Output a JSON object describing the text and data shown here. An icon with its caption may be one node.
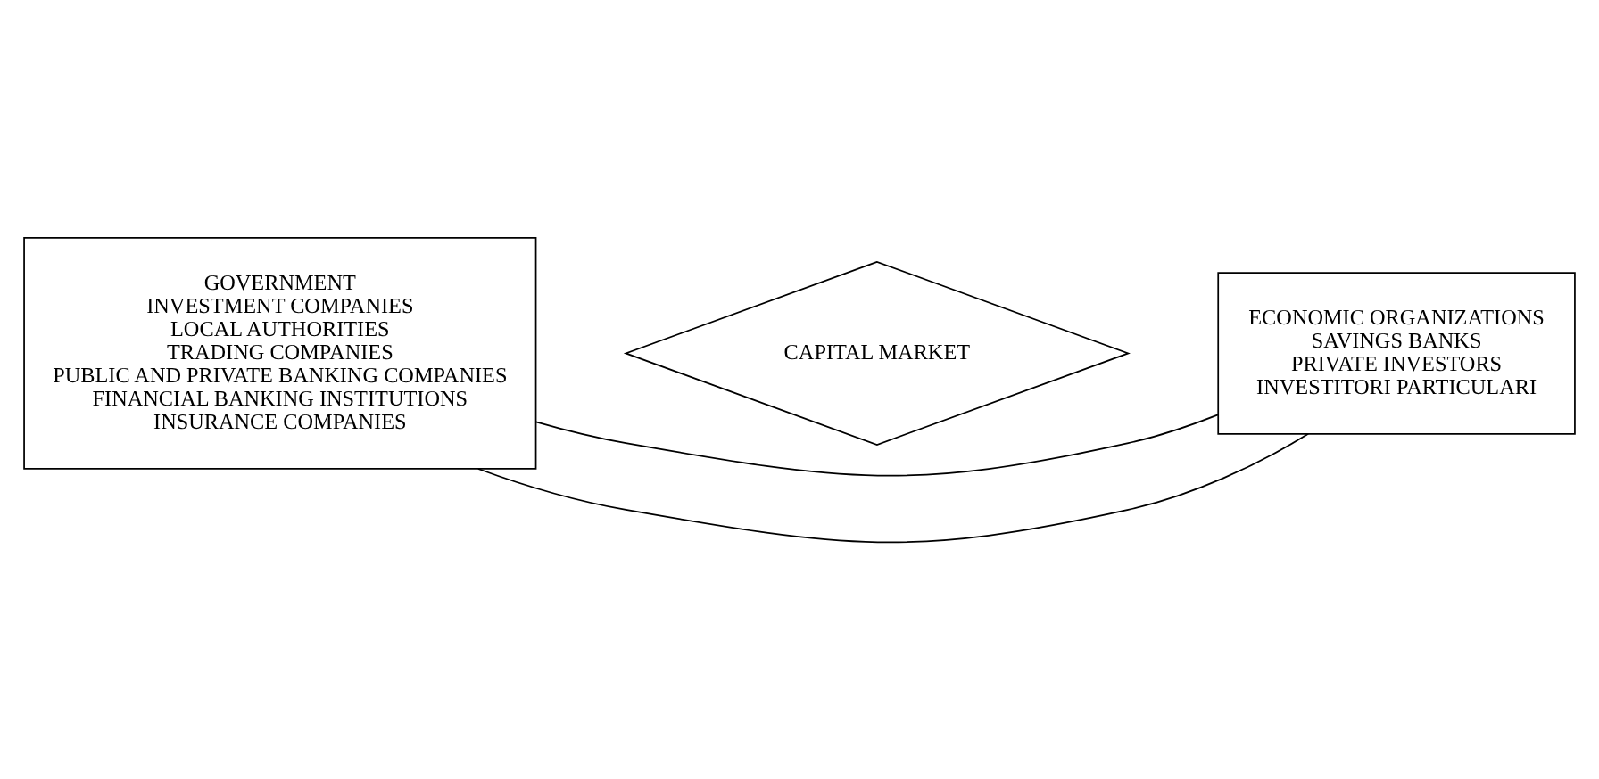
{
  "diagram": {
    "nodes": [
      {
        "text": [
          "GOVERNMENT",
          "INVESTMENT COMPANIES",
          "LOCAL AUTHORITIES",
          "TRADING COMPANIES",
          "PUBLIC AND PRIVATE BANKING COMPANIES",
          "FINANCIAL BANKING INSTITUTIONS",
          "INSURANCE COMPANIES"
        ]
      },
      {
        "text": [
          "CAPITAL MARKET"
        ]
      },
      {
        "text": [
          "ECONOMIC ORGANIZATIONS",
          "SAVINGS BANKS",
          "PRIVATE INVESTORS",
          "INVESTITORI PARTICULARI"
        ]
      }
    ],
    "edges": [
      {
        "from": 0,
        "to": 2,
        "arrow": "none"
      },
      {
        "from": 0,
        "to": 2,
        "arrow": "none"
      }
    ]
  }
}
